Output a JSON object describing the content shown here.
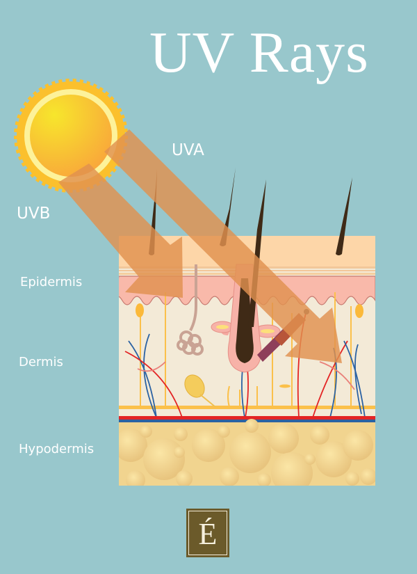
{
  "title": "UV Rays",
  "rays": [
    {
      "id": "uva",
      "label": "UVA",
      "penetration": "dermis"
    },
    {
      "id": "uvb",
      "label": "UVB",
      "penetration": "epidermis"
    }
  ],
  "layers": [
    {
      "id": "epidermis",
      "label": "Epidermis"
    },
    {
      "id": "dermis",
      "label": "Dermis"
    },
    {
      "id": "hypodermis",
      "label": "Hypodermis"
    }
  ],
  "logo": {
    "glyph": "É"
  },
  "colors": {
    "background": "#98c7cc",
    "ray": "#e0914f",
    "sun_core": "#fbc02d",
    "sun_ring": "#fdf29a",
    "stratum_corneum": "#fdd6a8",
    "epidermis": "#f9b9aa",
    "dermis": "#f3ead7",
    "hypodermis": "#f1d48f",
    "hair": "#3f2a16",
    "artery": "#e32424",
    "vein": "#2b62a3",
    "nerve": "#fbc04a",
    "logo_bg": "#6b5a2a"
  }
}
